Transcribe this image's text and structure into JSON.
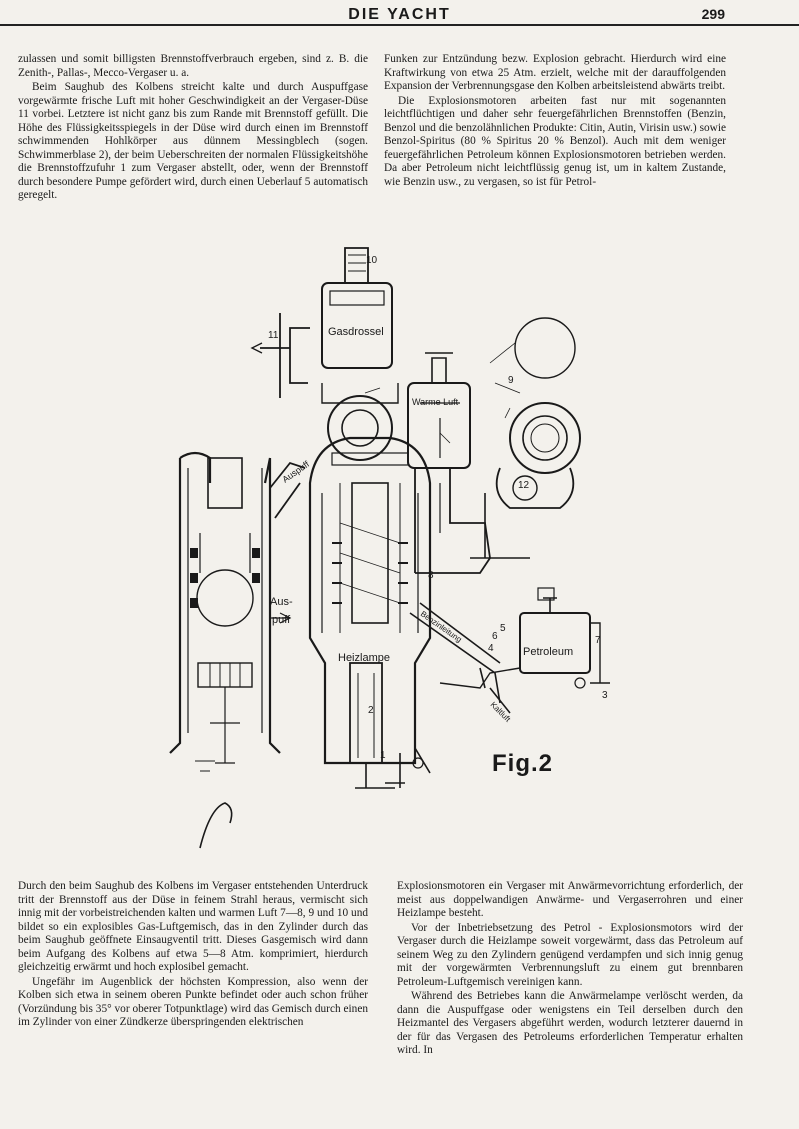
{
  "header": {
    "title": "DIE YACHT",
    "page_number": "299"
  },
  "text": {
    "top_left": [
      "zulassen und somit billigsten Brennstoffverbrauch ergeben, sind z. B. die Zenith-, Pallas-, Mecco-Vergaser u. a.",
      "Beim Saughub des Kolbens streicht kalte und durch Auspuffgase vorgewärmte frische Luft mit hoher Geschwindigkeit an der Vergaser-Düse 11 vorbei. Letztere ist nicht ganz bis zum Rande mit Brennstoff gefüllt. Die Höhe des Flüssigkeitsspiegels in der Düse wird durch einen im Brennstoff schwimmenden Hohlkörper aus dünnem Messingblech (sogen. Schwimmerblase 2), der beim Ueberschreiten der normalen Flüssigkeitshöhe die Brennstoffzufuhr 1 zum Vergaser abstellt, oder, wenn der Brennstoff durch besondere Pumpe gefördert wird, durch einen Ueberlauf 5 automatisch geregelt."
    ],
    "top_right": [
      "Funken zur Entzündung bezw. Explosion gebracht. Hierdurch wird eine Kraftwirkung von etwa 25 Atm. erzielt, welche mit der darauffolgenden Expansion der Verbrennungsgase den Kolben arbeitsleistend abwärts treibt.",
      "Die Explosionsmotoren arbeiten fast nur mit sogenannten leichtflüchtigen und daher sehr feuergefährlichen Brennstoffen (Benzin, Benzol und die benzolähnlichen Produkte: Citin, Autin, Virisin usw.) sowie Benzol-Spiritus (80 % Spiritus 20 % Benzol). Auch mit dem weniger feuergefährlichen Petroleum können Explosionsmotoren betrieben werden. Da aber Petroleum nicht leichtflüssig genug ist, um in kaltem Zustande, wie Benzin usw., zu vergasen, so ist für Petrol-"
    ],
    "bottom_left": [
      "Durch den beim Saughub des Kolbens im Vergaser entstehenden Unterdruck tritt der Brennstoff aus der Düse in feinem Strahl heraus, vermischt sich innig mit der vorbeistreichenden kalten und warmen Luft 7—8, 9 und 10 und bildet so ein explosibles Gas-Luftgemisch, das in den Zylinder durch das beim Saughub geöffnete Einsaugventil tritt. Dieses Gasgemisch wird dann beim Aufgang des Kolbens auf etwa 5—8 Atm. komprimiert, hierdurch gleichzeitig erwärmt und hoch explosibel gemacht.",
      "Ungefähr im Augenblick der höchsten Kompression, also wenn der Kolben sich etwa in seinem oberen Punkte befindet oder auch schon früher (Vorzündung bis 35° vor oberer Totpunktlage) wird das Gemisch durch einen im Zylinder von einer Zündkerze überspringenden elektrischen"
    ],
    "bottom_right": [
      "Explosionsmotoren ein Vergaser mit Anwärmevorrichtung erforderlich, der meist aus doppelwandigen Anwärme- und Vergaserrohren und einer Heizlampe besteht.",
      "Vor der Inbetriebsetzung des Petrol - Explosionsmotors wird der Vergaser durch die Heizlampe soweit vorgewärmt, dass das Petroleum auf seinem Weg zu den Zylindern genügend verdampfen und sich innig genug mit der vorgewärmten Verbrennungsluft zu einem gut brennbaren Petroleum-Luftgemisch vereinigen kann.",
      "Während des Betriebes kann die Anwärmelampe verlöscht werden, da dann die Auspuffgase oder wenigstens ein Teil derselben durch den Heizmantel des Vergasers abgeführt werden, wodurch letzterer dauernd in der für das Vergasen des Petroleums erforderlichen Temperatur erhalten wird. In"
    ]
  },
  "figure": {
    "caption": "Fig.2",
    "labels": {
      "gasdrossel": "Gasdrossel",
      "warme_luft": "Warme Luft",
      "auspuff_top": "Auspuff",
      "auspuff_side_1": "Aus-",
      "auspuff_side_2": "puff",
      "heizlampe": "Heizlampe",
      "petroleum": "Petroleum",
      "benzinleitung": "Benzinleitung",
      "kaltluft": "Kaltluft",
      "n1": "1",
      "n2": "2",
      "n3": "3",
      "n4": "4",
      "n5": "5",
      "n6": "6",
      "n7": "7",
      "n8": "8",
      "n9": "9",
      "n10": "10",
      "n11": "11",
      "n12": "12"
    }
  }
}
